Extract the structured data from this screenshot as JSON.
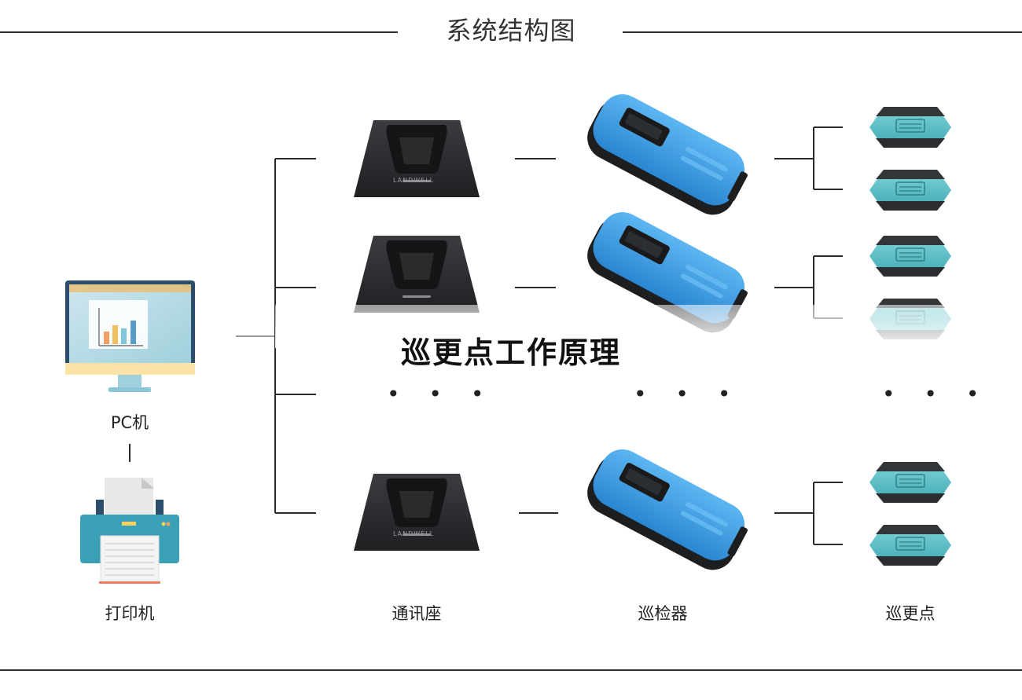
{
  "header": {
    "title": "系统结构图"
  },
  "overlay": {
    "title": "巡更点工作原理"
  },
  "labels": {
    "pc": "PC机",
    "printer": "打印机",
    "dock": "通讯座",
    "reader": "巡检器",
    "checkpoint": "巡更点"
  },
  "dock_brand": "LANDWELL",
  "ellipsis": "• • •",
  "colors": {
    "line": "#2b2b2b",
    "reader_blue": "#3fa0e8",
    "dock_dark": "#2e3033",
    "checkpoint_teal": "#5fc6cf",
    "checkpoint_dark": "#333538"
  }
}
